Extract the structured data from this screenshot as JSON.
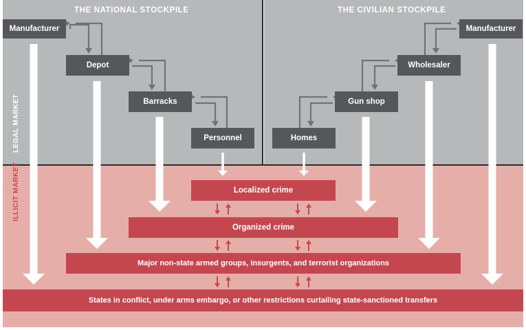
{
  "national_stockpile": {
    "title": "THE NATIONAL STOCKPILE",
    "nodes": {
      "manufacturer": "Manufacturer",
      "depot": "Depot",
      "barracks": "Barracks",
      "personnel": "Personnel"
    }
  },
  "civilian_stockpile": {
    "title": "THE CIVILIAN STOCKPILE",
    "nodes": {
      "manufacturer": "Manufacturer",
      "wholesaler": "Wholesaler",
      "gun_shop": "Gun shop",
      "homes": "Homes"
    }
  },
  "side_labels": {
    "legal": "LEGAL MARKET",
    "illicit": "ILLICIT MARKET"
  },
  "illicit_tiers": {
    "localized_crime": "Localized crime",
    "organized_crime": "Organized crime",
    "armed_groups": "Major non-state armed groups, insurgents, and terrorist organizations",
    "states": "States in conflict, under arms embargo, or other restrictions curtailing state-sanctioned transfers"
  },
  "colors": {
    "legal_background": "#b7b8ba",
    "illicit_background": "#e6aea9",
    "node_gray": "#55575a",
    "node_red": "#c4474f",
    "arrow_gray": "#707275",
    "arrow_red": "#c9474d",
    "arrow_white": "#ffffff"
  }
}
